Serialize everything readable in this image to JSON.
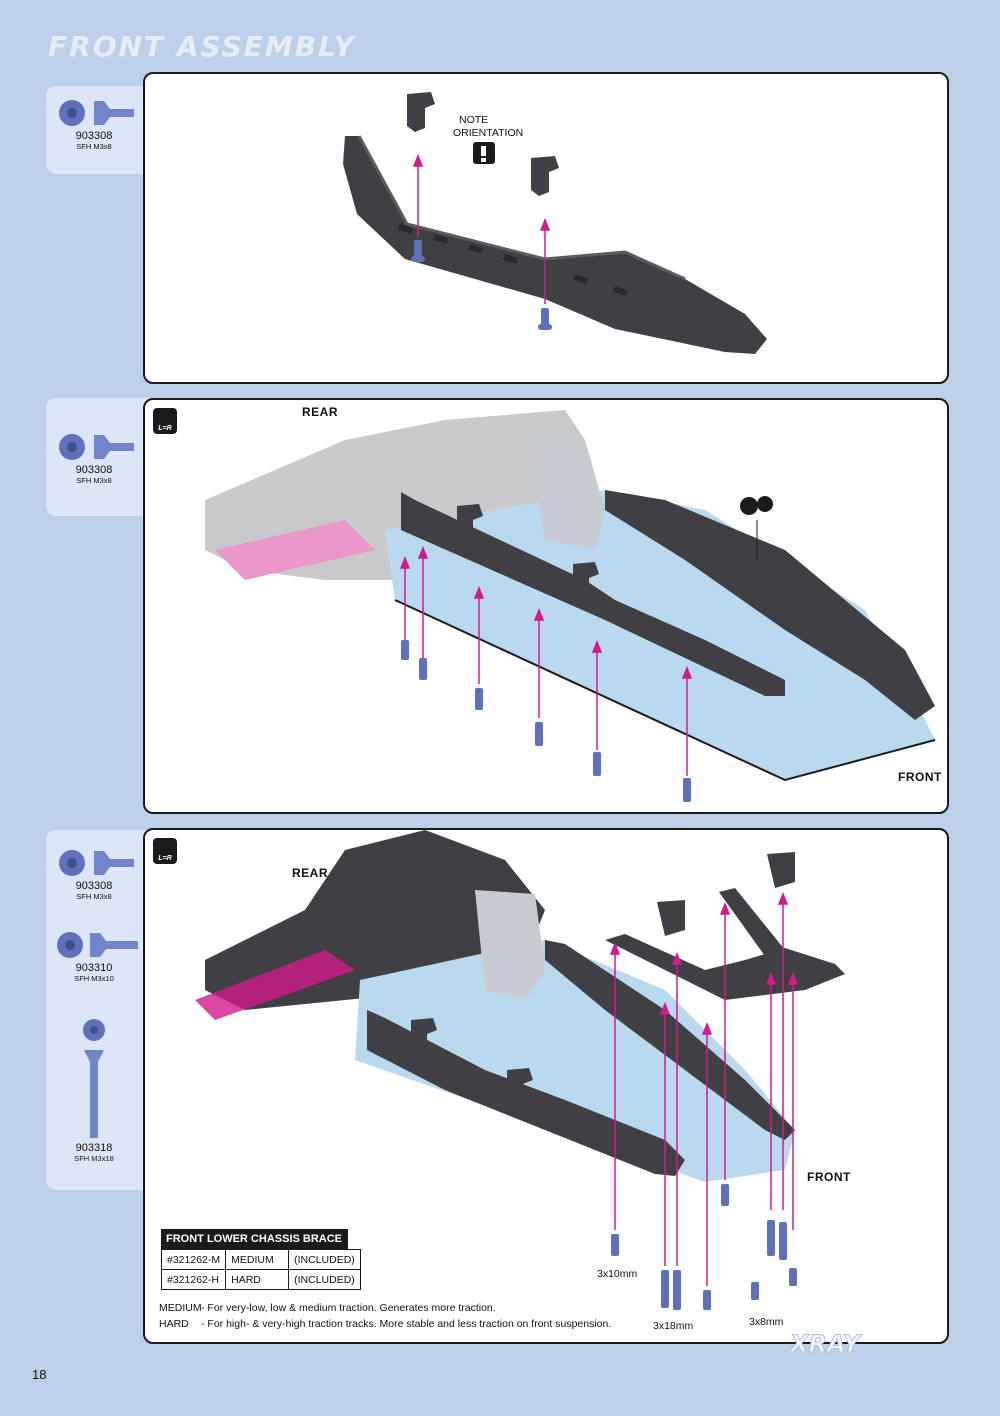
{
  "page": {
    "title": "FRONT ASSEMBLY",
    "page_number": "18",
    "logo_text": "XRAY"
  },
  "steps": [
    {
      "parts": [
        {
          "code": "903308",
          "desc": "SFH M3x8"
        }
      ],
      "note_line1": "NOTE",
      "note_line2": "ORIENTATION"
    },
    {
      "parts": [
        {
          "code": "903308",
          "desc": "SFH M3x8"
        }
      ],
      "lr_label": "L=R",
      "rear_label": "REAR",
      "front_label": "FRONT"
    },
    {
      "parts": [
        {
          "code": "903308",
          "desc": "SFH M3x8"
        },
        {
          "code": "903310",
          "desc": "SFH M3x10"
        },
        {
          "code": "903318",
          "desc": "SFH M3x18"
        }
      ],
      "lr_label": "L=R",
      "rear_label": "REAR",
      "front_label": "FRONT",
      "screw_labels": {
        "a": "3x10mm",
        "b": "3x18mm",
        "c": "3x8mm"
      },
      "brace_table": {
        "title": "FRONT LOWER CHASSIS BRACE",
        "rows": [
          {
            "part": "#321262-M",
            "type": "MEDIUM",
            "status": "(INCLUDED)"
          },
          {
            "part": "#321262-H",
            "type": "HARD",
            "status": "(INCLUDED)"
          }
        ]
      },
      "notes": [
        {
          "key": "MEDIUM",
          "text": "- For very-low, low & medium traction. Generates more traction."
        },
        {
          "key": "HARD",
          "text": "- For high- & very-high traction tracks. More stable and less traction on front suspension."
        }
      ]
    }
  ],
  "colors": {
    "background": "#bcd0ea",
    "panel_border": "#1b1b1b",
    "part_dark": "#3f3f44",
    "chassis_plate": "#b9d9ee",
    "arrow": "#d21a8c",
    "screw": "#5d72b8"
  }
}
